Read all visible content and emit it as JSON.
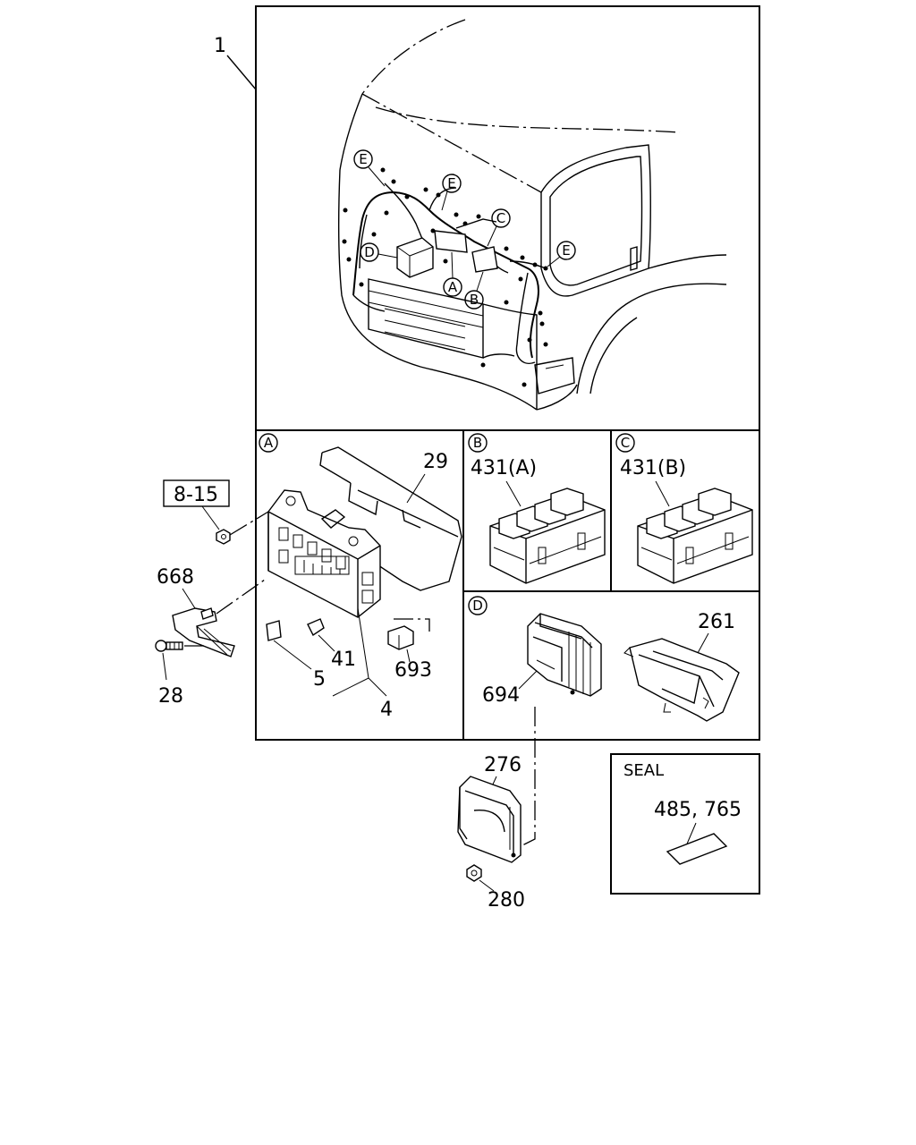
{
  "callouts": {
    "harness": "1",
    "relay_block_cover": "29",
    "relay_431a": "431(A)",
    "relay_431b": "431(B)",
    "ref_box": "8-15",
    "bracket": "668",
    "bolt": "28",
    "fuse": "5",
    "fuse_small": "41",
    "fuse_group": "4",
    "relay_693": "693",
    "cover_261": "261",
    "module_694": "694",
    "controller_276": "276",
    "nut_280": "280",
    "seal_numbers": "485, 765"
  },
  "detail_markers": {
    "a": "A",
    "b": "B",
    "c": "C",
    "d": "D",
    "e": "E"
  },
  "seal_title": "SEAL"
}
